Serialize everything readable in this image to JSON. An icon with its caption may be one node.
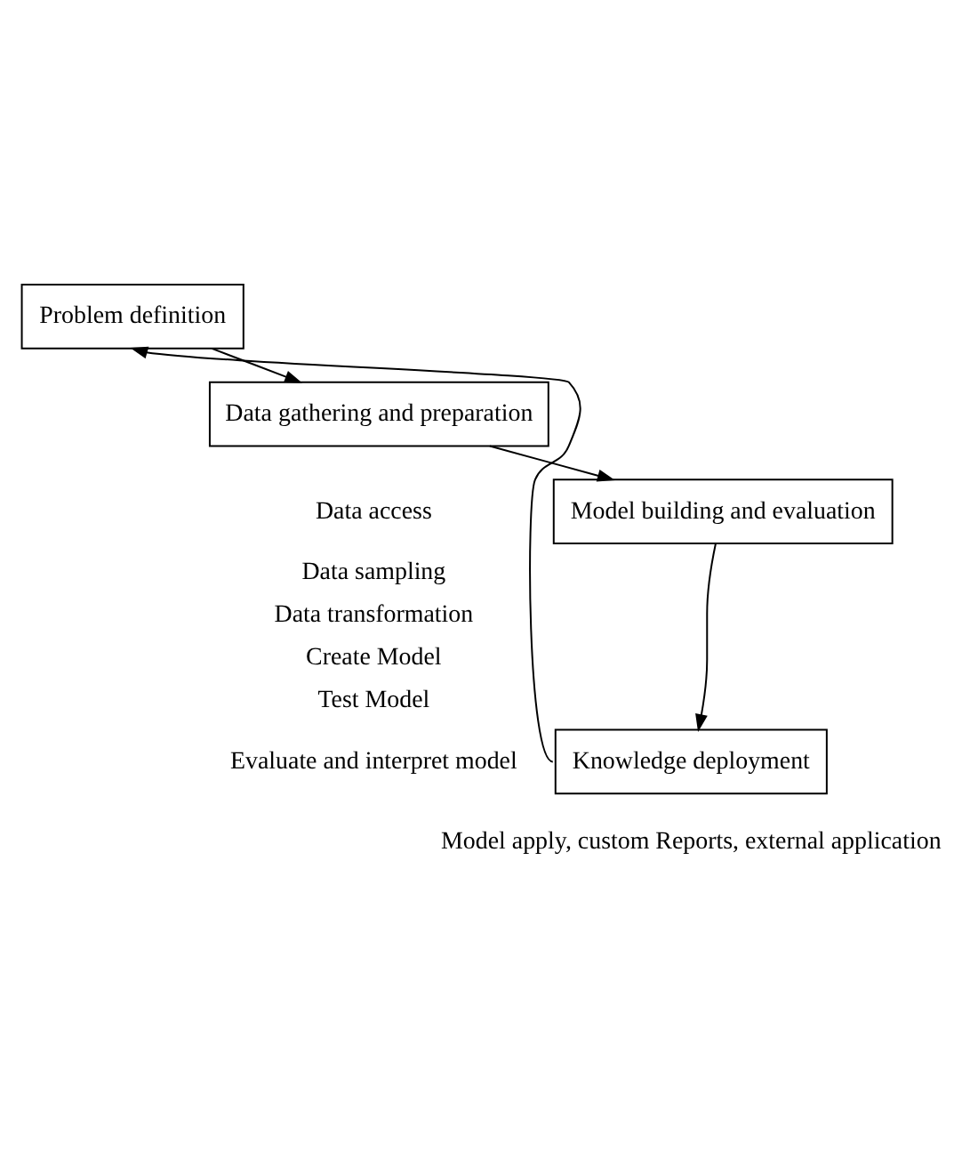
{
  "diagram": {
    "nodes": [
      {
        "text": [
          "Problem definition"
        ]
      },
      {
        "text": [
          "Data gathering and preparation"
        ]
      },
      {
        "text": [
          "Model building and evaluation"
        ]
      },
      {
        "text": [
          "Knowledge deployment"
        ],
        "beside": [
          "Model apply, custom Reports, external application"
        ]
      }
    ],
    "edges": [
      {
        "from": 0,
        "to": 1,
        "arrow": "to"
      },
      {
        "from": 1,
        "to": 2,
        "arrow": "to"
      },
      {
        "from": 2,
        "to": 3,
        "arrow": "to"
      },
      {
        "from": 3,
        "to": 0,
        "arrow": "to"
      }
    ],
    "labels": [
      "Data access",
      "Data sampling",
      "Data transformation",
      "Create Model",
      "Test Model",
      "Evaluate and interpret model"
    ]
  }
}
